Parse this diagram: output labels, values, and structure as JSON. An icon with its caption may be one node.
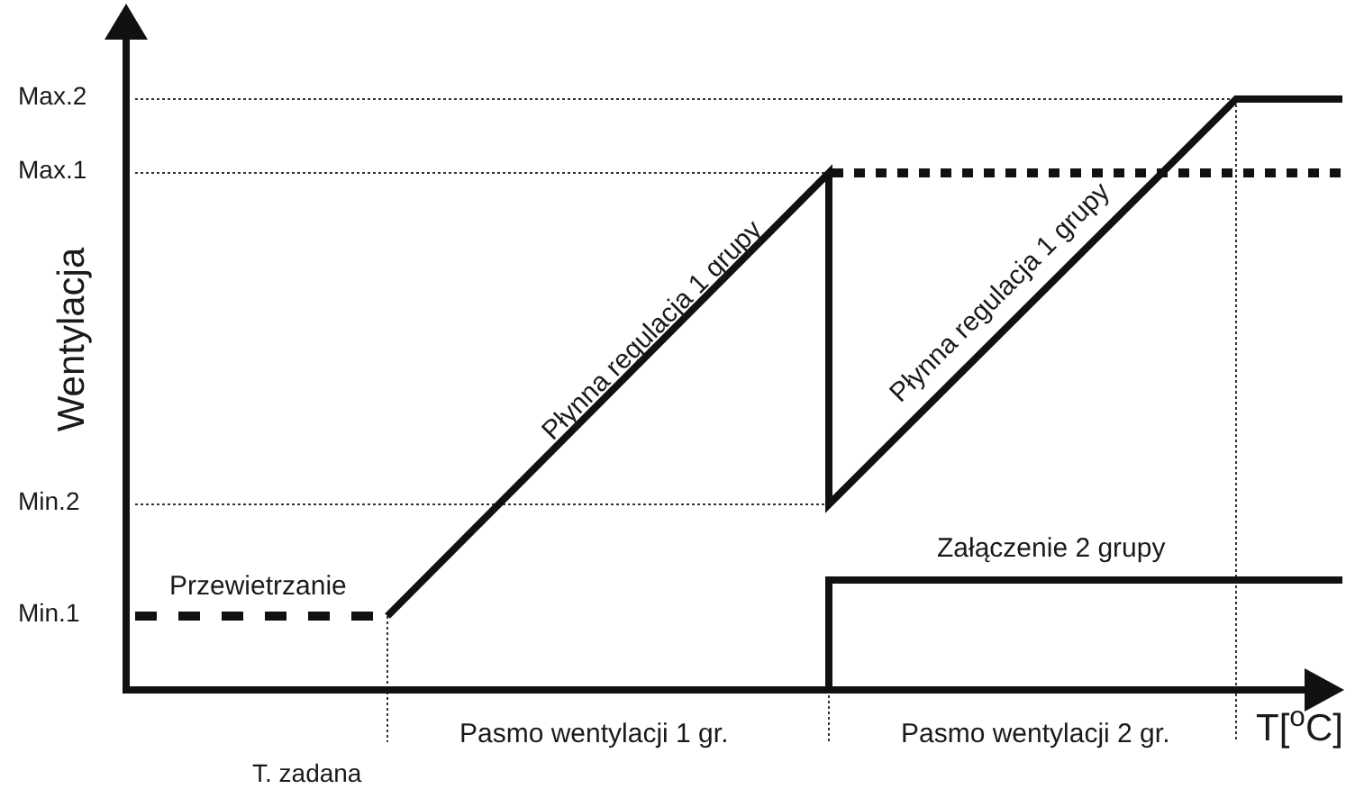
{
  "diagram": {
    "labels": [
      "Max.2",
      "Max.1",
      "Wentylacja",
      "Min.2",
      "Min.1",
      "Przewietrzanie",
      "Płynna regulacja 1 grupy",
      "Płynna regulacja 1 grupy",
      "Załączenie 2 grupy",
      "Pasmo wentylacji 1 gr.",
      "Pasmo wentylacji 2 gr.",
      "T[$^{o}$C]",
      "T. zadana"
    ]
  }
}
